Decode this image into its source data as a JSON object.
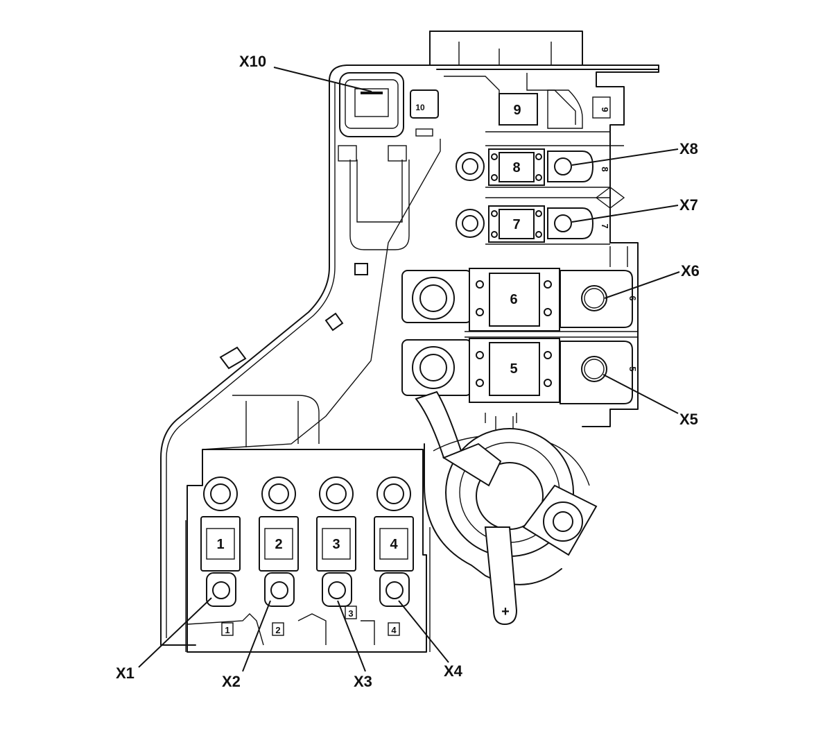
{
  "callouts": {
    "x1": "X1",
    "x2": "X2",
    "x3": "X3",
    "x4": "X4",
    "x5": "X5",
    "x6": "X6",
    "x7": "X7",
    "x8": "X8",
    "x10": "X10"
  },
  "fuses": {
    "f1": "1",
    "f2": "2",
    "f3": "3",
    "f4": "4",
    "f5": "5",
    "f6": "6",
    "f7": "7",
    "f8": "8",
    "f9": "9",
    "f10": "10"
  },
  "slot_labels": {
    "s1": "1",
    "s2": "2",
    "s3": "3",
    "s4": "4",
    "s5": "5",
    "s6": "6",
    "s7": "7",
    "s8": "8",
    "s9": "9"
  },
  "terminal_symbol": "+",
  "colors": {
    "line": "#111111",
    "background": "#ffffff"
  }
}
